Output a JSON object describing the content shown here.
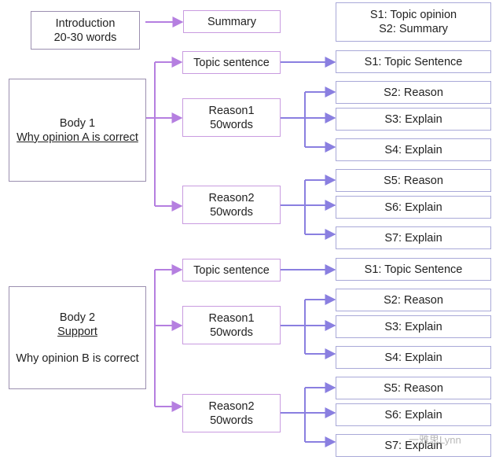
{
  "intro": {
    "line1": "Introduction",
    "line2": "20-30 words",
    "summary": "Summary",
    "right_line1": "S1: Topic opinion",
    "right_line2": "S2: Summary"
  },
  "body1": {
    "title": "Body 1",
    "subtitle": "Why opinion A is correct",
    "topic": "Topic sentence",
    "topic_out": "S1: Topic Sentence",
    "reason1": {
      "line1": "Reason1",
      "line2": "50words",
      "outs": [
        "S2: Reason",
        "S3: Explain",
        "S4: Explain"
      ]
    },
    "reason2": {
      "line1": "Reason2",
      "line2": "50words",
      "outs": [
        "S5: Reason",
        "S6: Explain",
        "S7: Explain"
      ]
    }
  },
  "body2": {
    "title": "Body 2",
    "subtitle": "Support",
    "note": "Why opinion B is correct",
    "topic": "Topic sentence",
    "topic_out": "S1: Topic Sentence",
    "reason1": {
      "line1": "Reason1",
      "line2": "50words",
      "outs": [
        "S2: Reason",
        "S3: Explain",
        "S4: Explain"
      ]
    },
    "reason2": {
      "line1": "Reason2",
      "line2": "50words",
      "outs": [
        "S5: Reason",
        "S6: Explain",
        "S7: Explain"
      ]
    }
  },
  "watermark": "一雅思Lynn",
  "colors": {
    "left_arrow": "#b57fe0",
    "right_arrow": "#8a7fe0"
  }
}
